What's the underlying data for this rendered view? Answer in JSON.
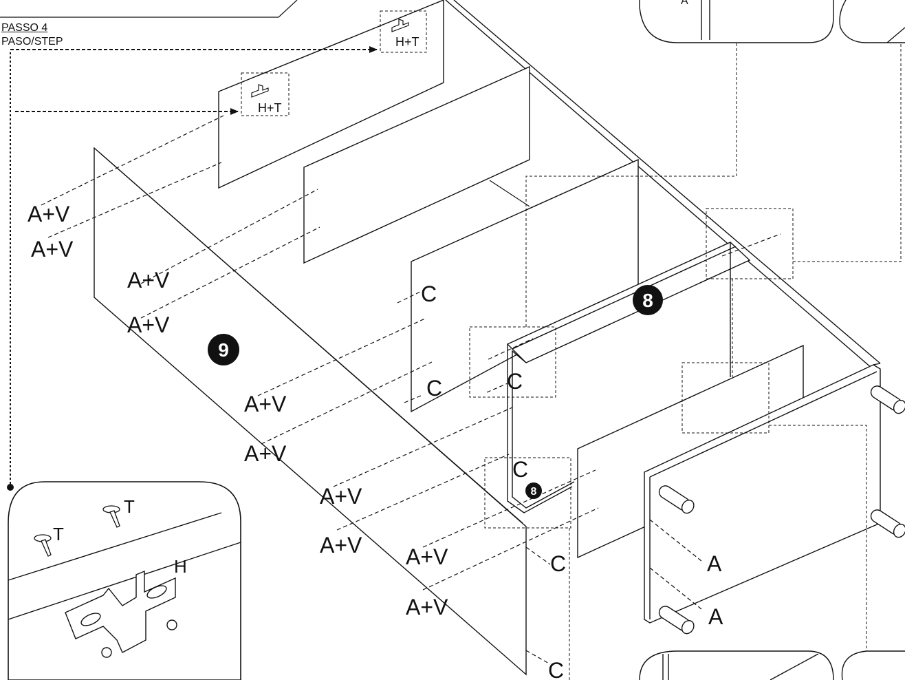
{
  "step": {
    "title": "PASSO 4",
    "subtitle": "PASO/STEP"
  },
  "callouts": {
    "hinge_top_1": "H+T",
    "hinge_top_2": "H+T",
    "dowel_glue": "A+V",
    "cam": "C",
    "dowel": "A",
    "inset_screw": "T",
    "inset_hinge": "H",
    "top_inset_letter": "A"
  },
  "parts": {
    "side_panel": "9",
    "shelf": "8",
    "shelf_small": "8"
  },
  "colors": {
    "line": "#111111",
    "background": "#ffffff"
  }
}
